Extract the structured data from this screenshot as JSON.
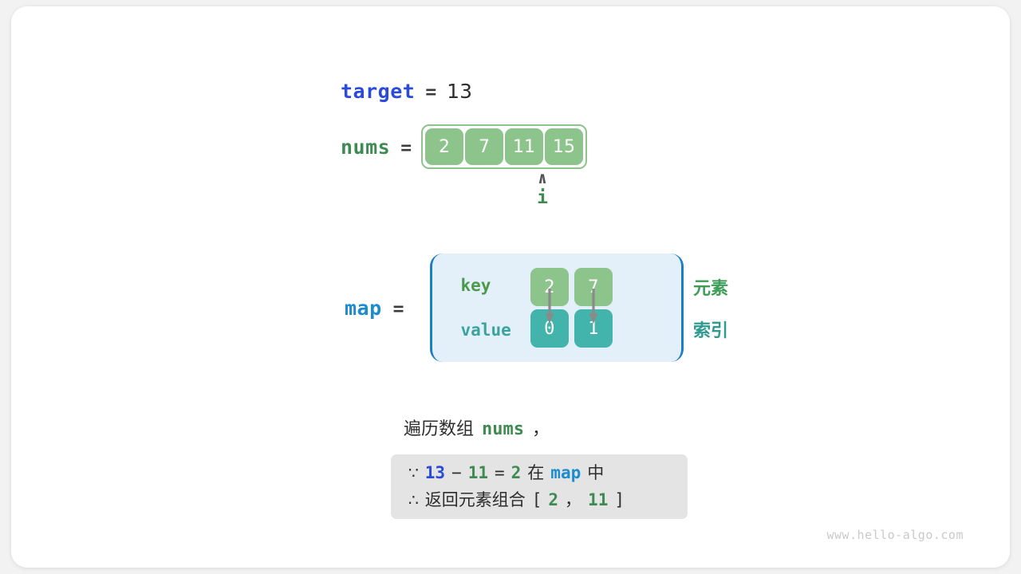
{
  "diagram": {
    "target": {
      "label": "target",
      "equals": "=",
      "value": "13"
    },
    "nums": {
      "label": "nums",
      "equals": "=",
      "cells": [
        "2",
        "7",
        "11",
        "15"
      ]
    },
    "pointer": {
      "caret": "∧",
      "label": "i",
      "points_to_index": 2
    },
    "map": {
      "label": "map",
      "equals": "=",
      "row_labels": {
        "key": "key",
        "value": "value"
      },
      "entries": [
        {
          "key": "2",
          "value": "0"
        },
        {
          "key": "7",
          "value": "1"
        }
      ],
      "side_labels": {
        "element": "元素",
        "index": "索引"
      }
    },
    "caption": {
      "text": "遍历数组",
      "var": "nums",
      "comma": "，"
    },
    "note": {
      "line1": {
        "symbol": "∵",
        "a": "13",
        "minus": "−",
        "b": "11",
        "equals": "=",
        "result": "2",
        "in_text": "在",
        "map": "map",
        "suffix": "中"
      },
      "line2": {
        "symbol": "∴",
        "text": "返回元素组合",
        "bracket_open": "[",
        "a": "2",
        "comma": "，",
        "b": "11",
        "bracket_close": "]"
      }
    },
    "watermark": "www.hello-algo.com",
    "colors": {
      "blue": "#2a4ad7",
      "light_blue": "#1c8bd0",
      "green": "#3e8b52",
      "cell_green": "#8cc48b",
      "teal": "#42b4ab",
      "note_bg": "#e4e4e4",
      "map_bg": "#e3f0fa",
      "map_border": "#1c7fc4"
    }
  }
}
